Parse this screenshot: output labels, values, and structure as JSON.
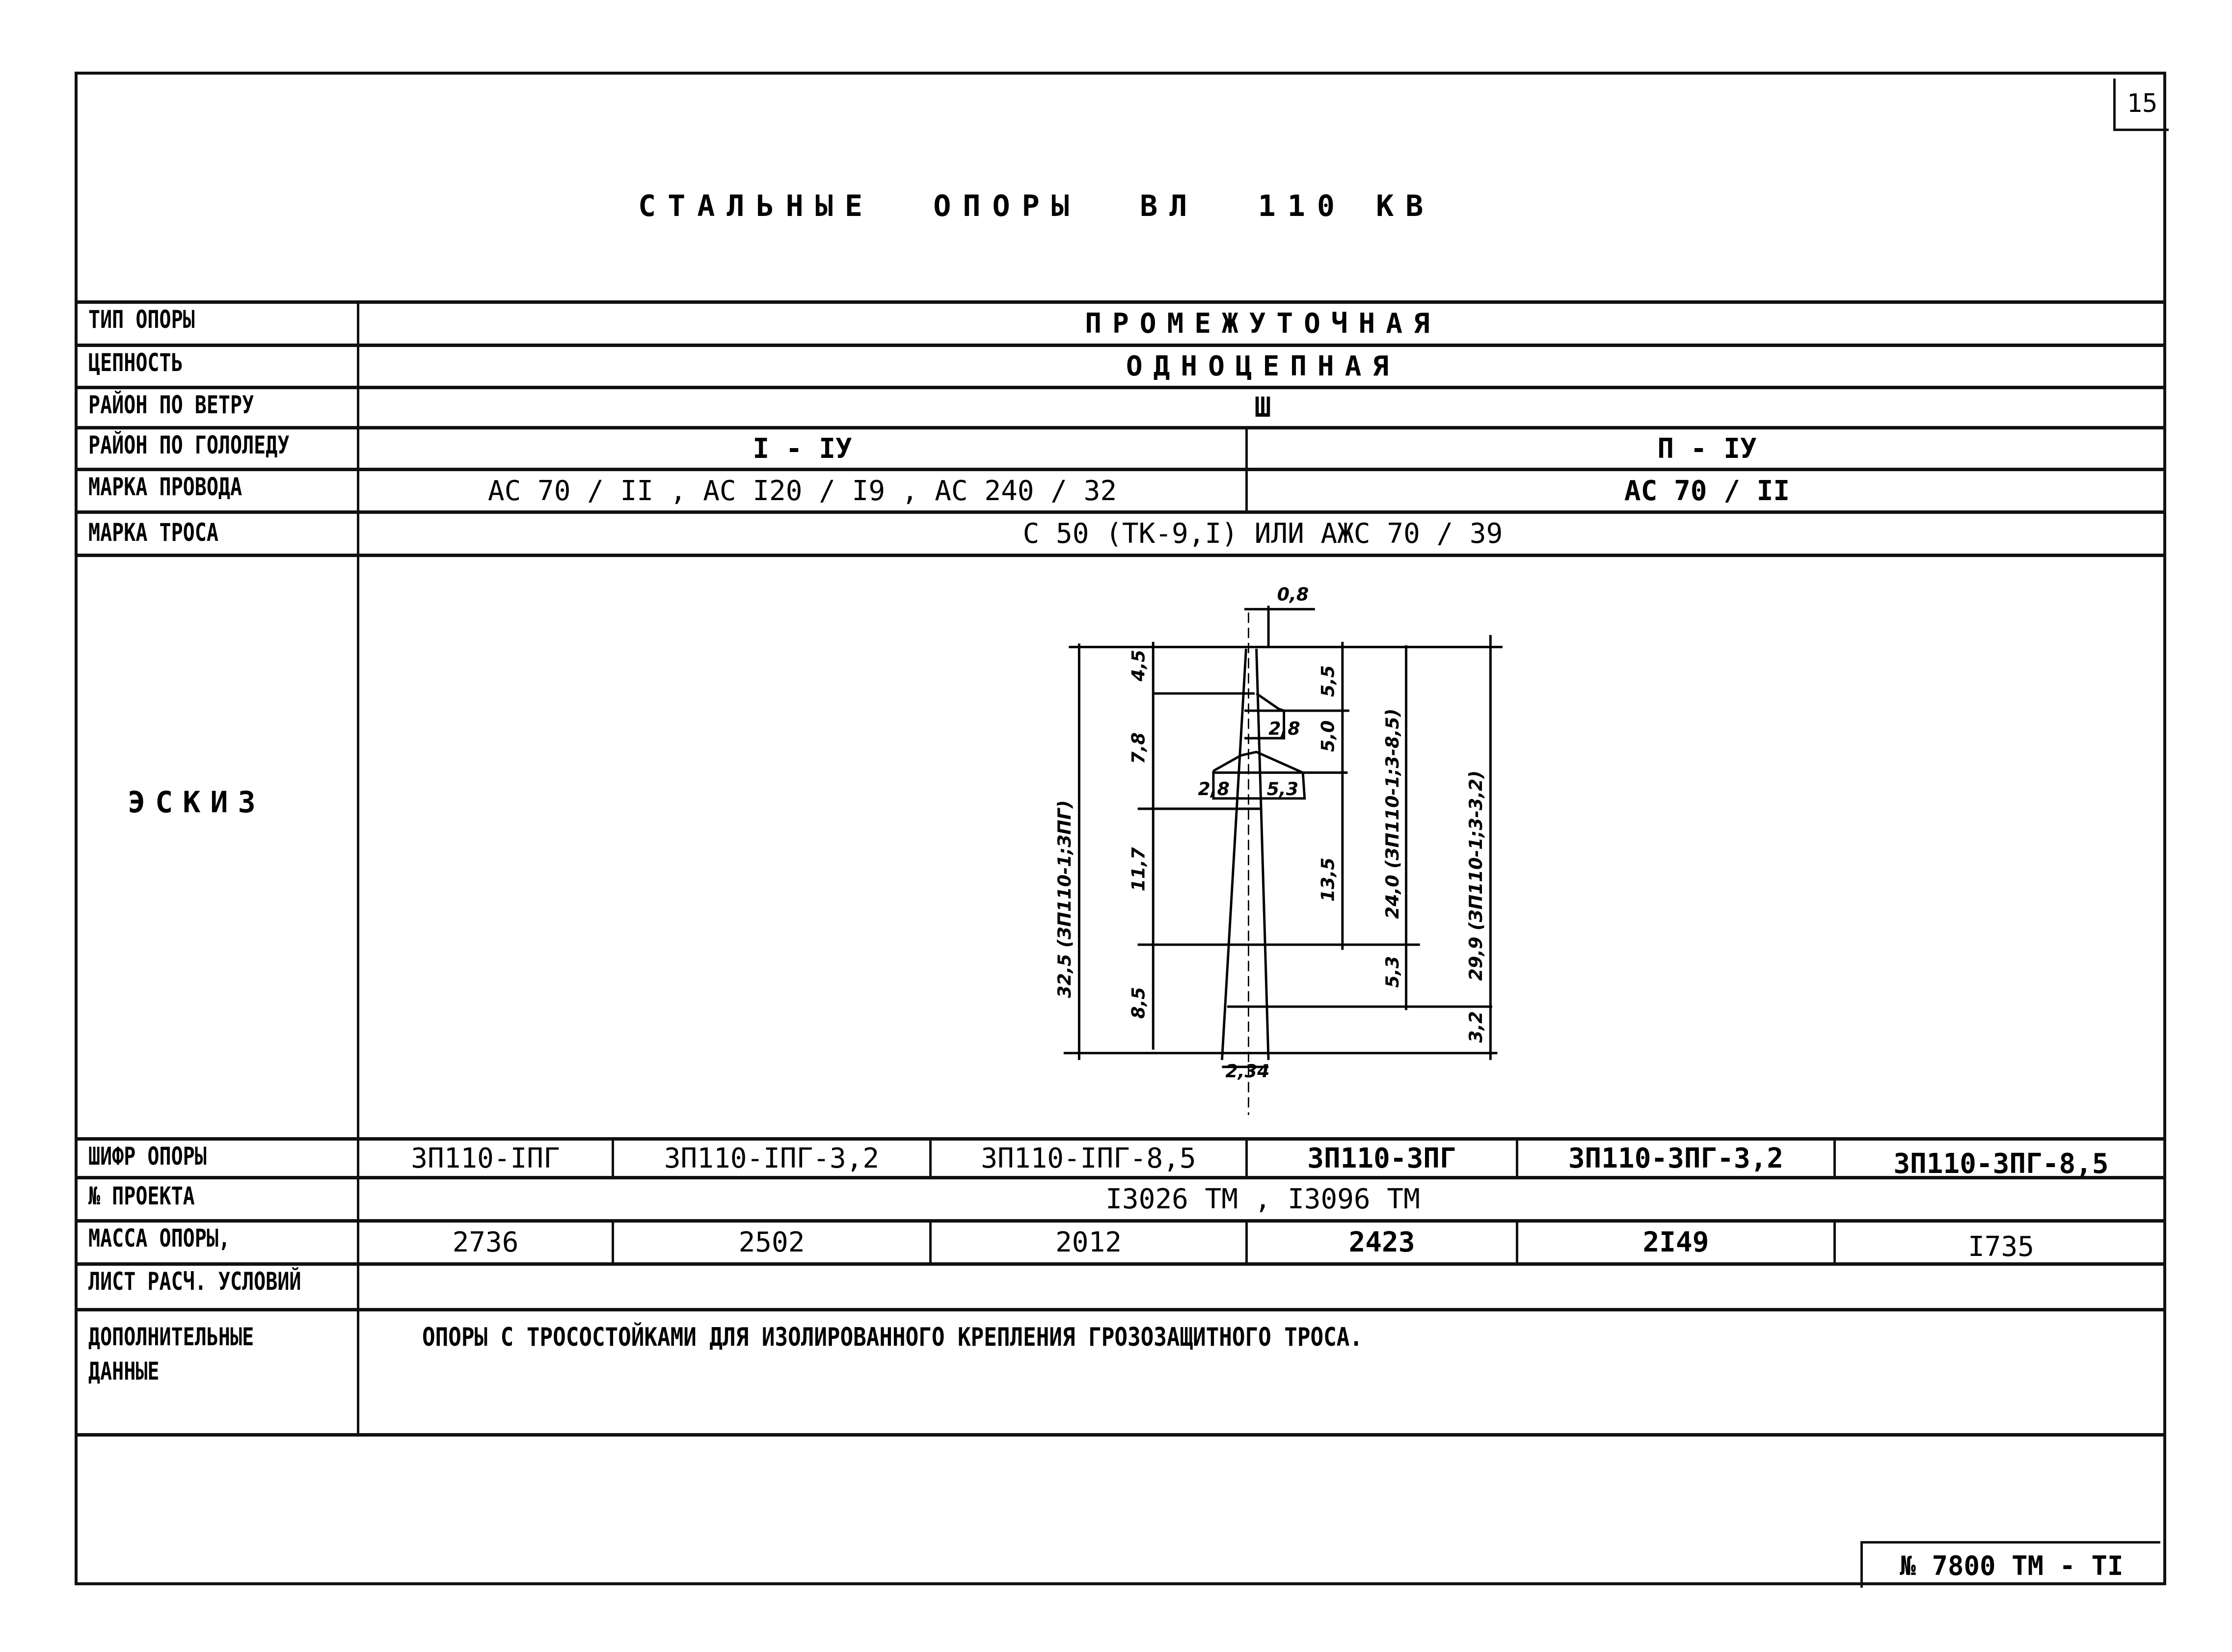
{
  "page_number": "15",
  "title": "СТАЛЬНЫЕ  ОПОРЫ  ВЛ  110 КВ",
  "rows": {
    "type": {
      "label": "ТИП ОПОРЫ",
      "value": "ПРОМЕЖУТОЧНАЯ"
    },
    "circuits": {
      "label": "ЦЕПНОСТЬ",
      "value": "ОДНОЦЕПНАЯ"
    },
    "wind": {
      "label": "РАЙОН ПО ВЕТРУ",
      "value": "Ш"
    },
    "ice": {
      "label": "РАЙОН ПО ГОЛОЛЕДУ",
      "values": [
        "I - IУ",
        "П - IУ"
      ]
    },
    "wire": {
      "label": "МАРКА ПРОВОДА",
      "values": [
        "АС 70 / II ,  АС I20 / I9 ,  АС 240 / 32",
        "АС 70 / II"
      ]
    },
    "cable": {
      "label": "МАРКА ТРОСА",
      "value": "С 50 (ТК-9,I)  ИЛИ  АЖС 70 / 39"
    },
    "sketch": {
      "label": "ЭСКИЗ"
    },
    "code": {
      "label": "ШИФР ОПОРЫ",
      "values": [
        "3П110-IПГ",
        "3П110-IПГ-3,2",
        "3П110-IПГ-8,5",
        "3П110-3ПГ",
        "3П110-3ПГ-3,2",
        "3П110-3ПГ-8,5"
      ]
    },
    "project": {
      "label": "№ ПРОЕКТА",
      "value": "I3026 ТМ ,   I3096 ТМ"
    },
    "mass": {
      "label": "МАССА ОПОРЫ,",
      "values": [
        "2736",
        "2502",
        "2012",
        "2423",
        "2I49",
        "I735"
      ]
    },
    "sheet": {
      "label": "ЛИСТ РАСЧ. УСЛОВИЙ",
      "value": ""
    },
    "extra": {
      "label": [
        "ДОПОЛНИТЕЛЬНЫЕ",
        "ДАННЫЕ"
      ],
      "value": "ОПОРЫ С ТРОСОСТОЙКАМИ ДЛЯ ИЗОЛИРОВАННОГО КРЕПЛЕНИЯ ГРОЗОЗАЩИТНОГО ТРОСА."
    }
  },
  "drawing": {
    "top_width": "0,8",
    "base_width": "2,34",
    "left_dims": [
      "4,5",
      "7,8",
      "11,7",
      "8,5"
    ],
    "total_height": "32,5 (ЗП110-1;ЗПГ)",
    "mid_dims": [
      "5,5",
      "5,0",
      "13,5"
    ],
    "arm_dims": [
      "2,8",
      "2,8",
      "5,3"
    ],
    "h24": "24,0 (ЗП110-1;3-8,5)",
    "h53": "5,3",
    "h299": "29,9 (ЗП110-1;3-3,2)",
    "h32": "3,2"
  },
  "stamp": "№ 7800 ТМ - ТI"
}
